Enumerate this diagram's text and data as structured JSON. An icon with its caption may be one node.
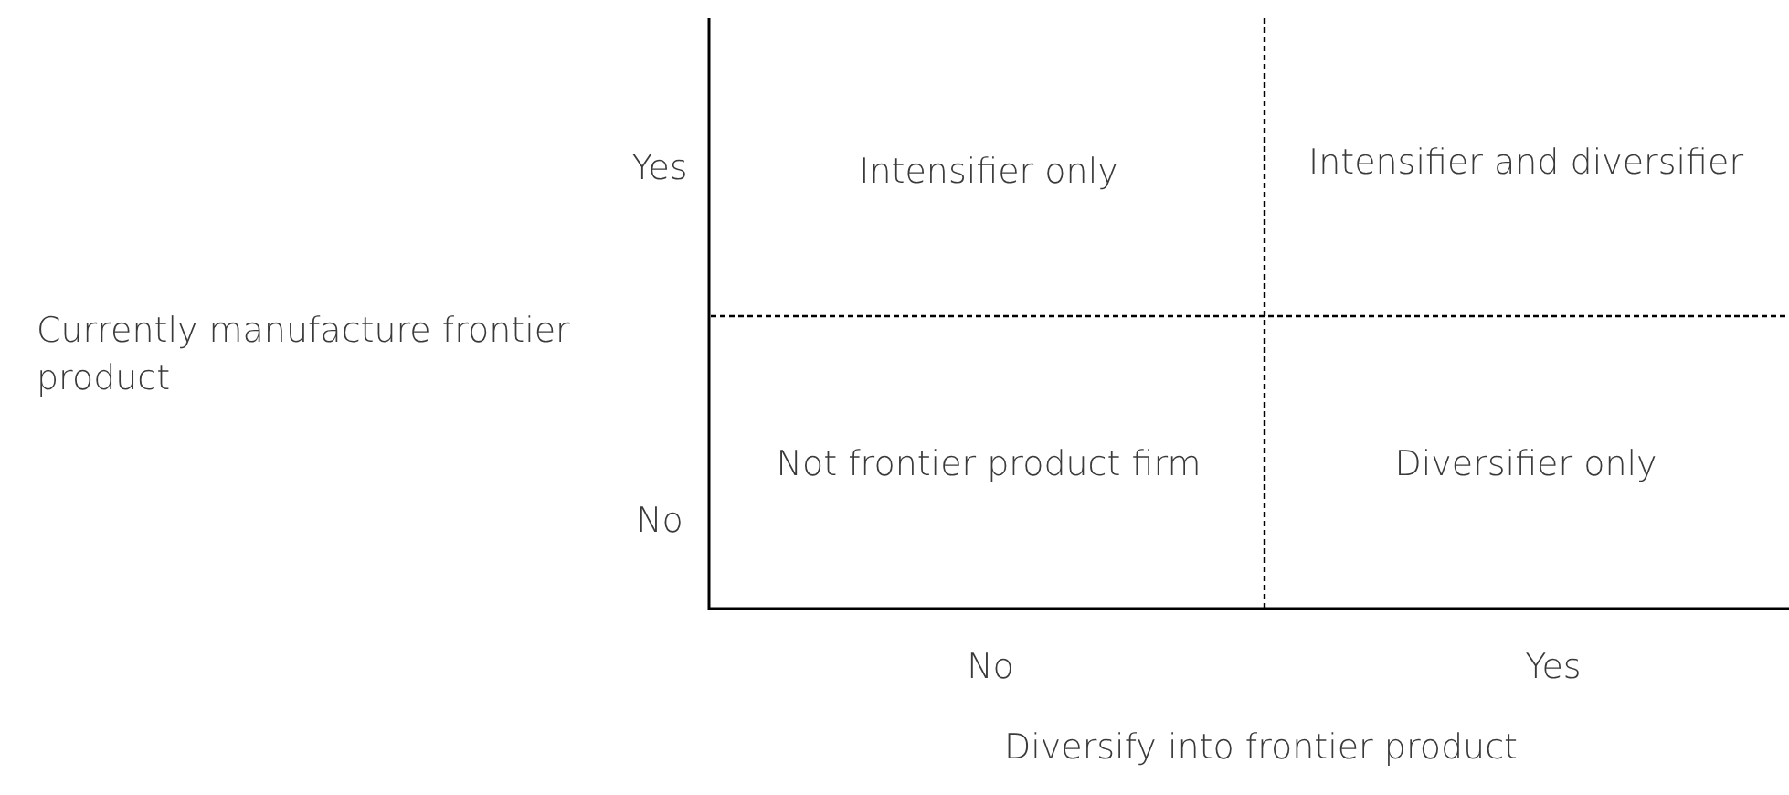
{
  "diagram": {
    "labels": [
      "Yes",
      "Intensifier only",
      "Intensifier and diversifier",
      "Currently manufacture frontier product",
      "No",
      "Not frontier product firm",
      "Diversifier only",
      "No",
      "Yes",
      "Diversify into frontier product"
    ]
  }
}
